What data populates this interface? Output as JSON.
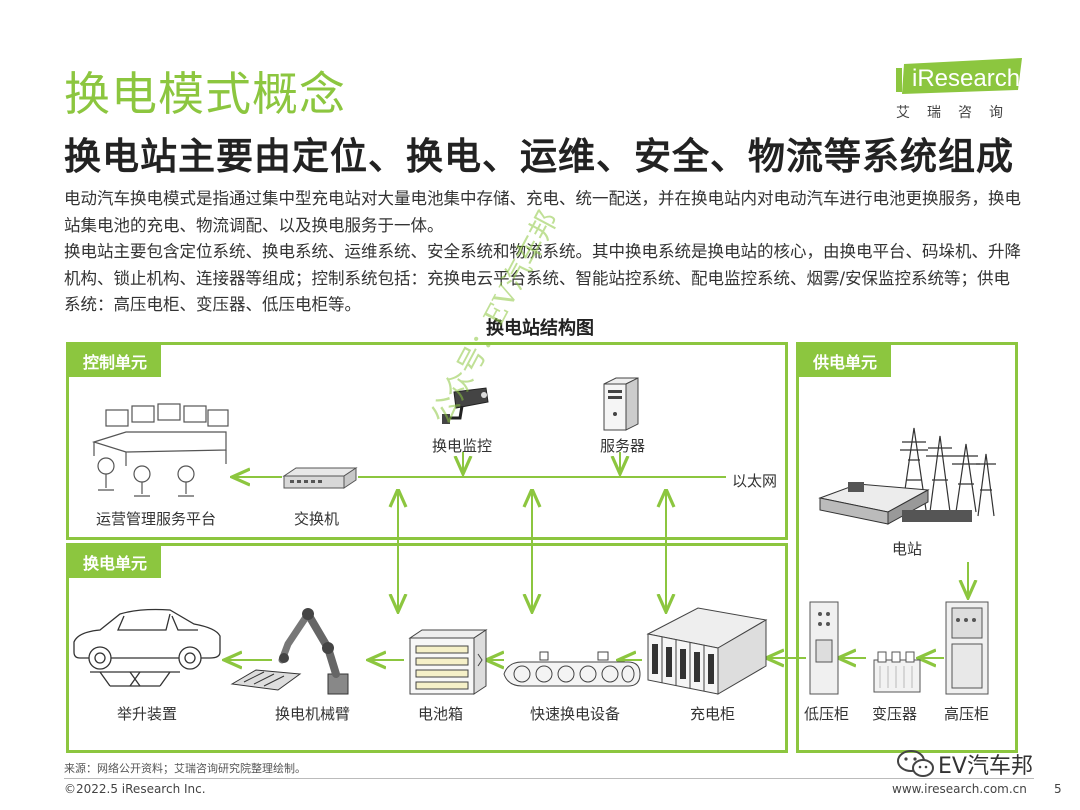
{
  "header": {
    "title": "换电模式概念",
    "subtitle": "换电站主要由定位、换电、运维、安全、物流等系统组成",
    "logo_text": "iResearch",
    "logo_cn": "艾瑞咨询"
  },
  "body": {
    "paragraph1": "电动汽车换电模式是指通过集中型充电站对大量电池集中存储、充电、统一配送，并在换电站内对电动汽车进行电池更换服务，换电站集电池的充电、物流调配、以及换电服务于一体。",
    "paragraph2": "换电站主要包含定位系统、换电系统、运维系统、安全系统和物流系统。其中换电系统是换电站的核心，由换电平台、码垛机、升降机构、锁止机构、连接器等组成；控制系统包括：充换电云平台系统、智能站控系统、配电监控系统、烟雾/安保监控系统等；供电系统：高压电柜、变压器、低压电柜等。"
  },
  "diagram": {
    "title": "换电站结构图",
    "units": {
      "control": "控制单元",
      "swap": "换电单元",
      "power": "供电单元"
    },
    "components": {
      "ops_platform": "运营管理服务平台",
      "switch": "交换机",
      "monitor": "换电监控",
      "server": "服务器",
      "ethernet": "以太网",
      "substation": "电站",
      "lift": "举升装置",
      "robot_arm": "换电机械臂",
      "battery_box": "电池箱",
      "fast_swap": "快速换电设备",
      "charging_cabinet": "充电柜",
      "low_voltage": "低压柜",
      "transformer": "变压器",
      "high_voltage": "高压柜"
    }
  },
  "footer": {
    "source": "来源：网络公开资料；艾瑞咨询研究院整理绘制。",
    "copyright": "©2022.5 iResearch Inc.",
    "website": "www.iresearch.com.cn",
    "page": "5"
  },
  "watermarks": {
    "diagonal": "公众号：EV汽车邦",
    "wechat": "EV汽车邦"
  },
  "colors": {
    "accent": "#8cc63f",
    "text": "#333333"
  }
}
